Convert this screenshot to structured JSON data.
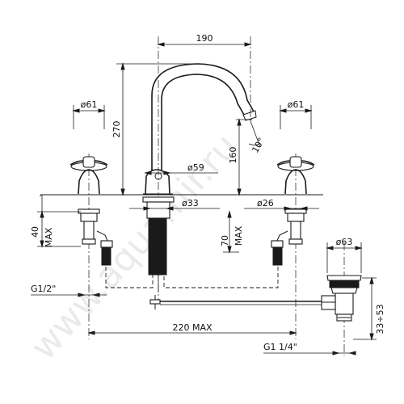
{
  "watermark": "www.aquamir.ru",
  "dimensions": {
    "spout_width": "190",
    "handle_dia_left": "ø61",
    "handle_dia_right": "ø61",
    "total_height": "270",
    "spout_height": "160",
    "spout_angle": "10°",
    "body_dia": "ø59",
    "shank_dia_center": "ø33",
    "shank_dia_right": "ø26",
    "deck_max_left": "40",
    "deck_max_left_unit": "MAX",
    "deck_max_center": "70",
    "deck_max_center_unit": "MAX",
    "waste_dia": "ø63",
    "thread_left": "G1/2\"",
    "span": "220  MAX",
    "waste_thread": "G1  1/4\"",
    "waste_range": "33÷53"
  },
  "colors": {
    "line": "#1a1a1a",
    "watermark": "#d9d9d9",
    "background": "#ffffff"
  }
}
